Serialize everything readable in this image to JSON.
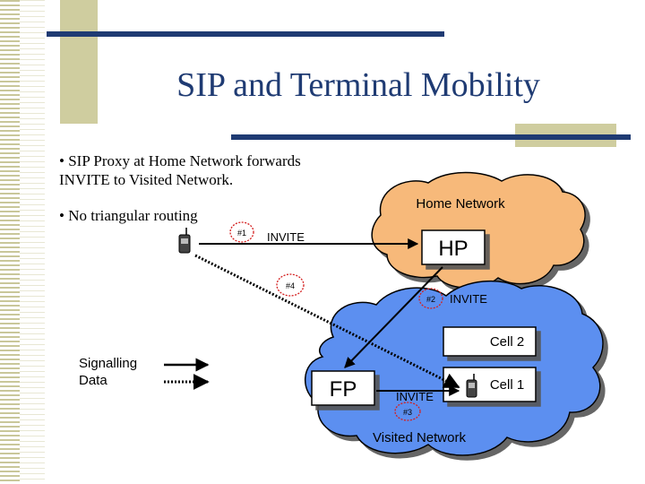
{
  "slide": {
    "title": "SIP and Terminal Mobility",
    "bullets": [
      "• SIP Proxy at Home Network forwards INVITE to Visited Network.",
      "• No triangular routing"
    ]
  },
  "diagram": {
    "home_network_label": "Home Network",
    "hp_label": "HP",
    "fp_label": "FP",
    "cell2_label": "Cell 2",
    "cell1_label": "Cell 1",
    "visited_network_label": "Visited Network",
    "invite1_label": "INVITE",
    "invite2_label": "INVITE",
    "invite3_label": "INVITE",
    "step1": "#1",
    "step2": "#2",
    "step3": "#3",
    "step4": "#4",
    "legend_signalling": "Signalling",
    "legend_data": "Data",
    "colors": {
      "home_cloud": "#f7b97a",
      "visited_cloud": "#5b8ff0",
      "step_circle": "#d42020",
      "title": "#1f3b73"
    }
  }
}
